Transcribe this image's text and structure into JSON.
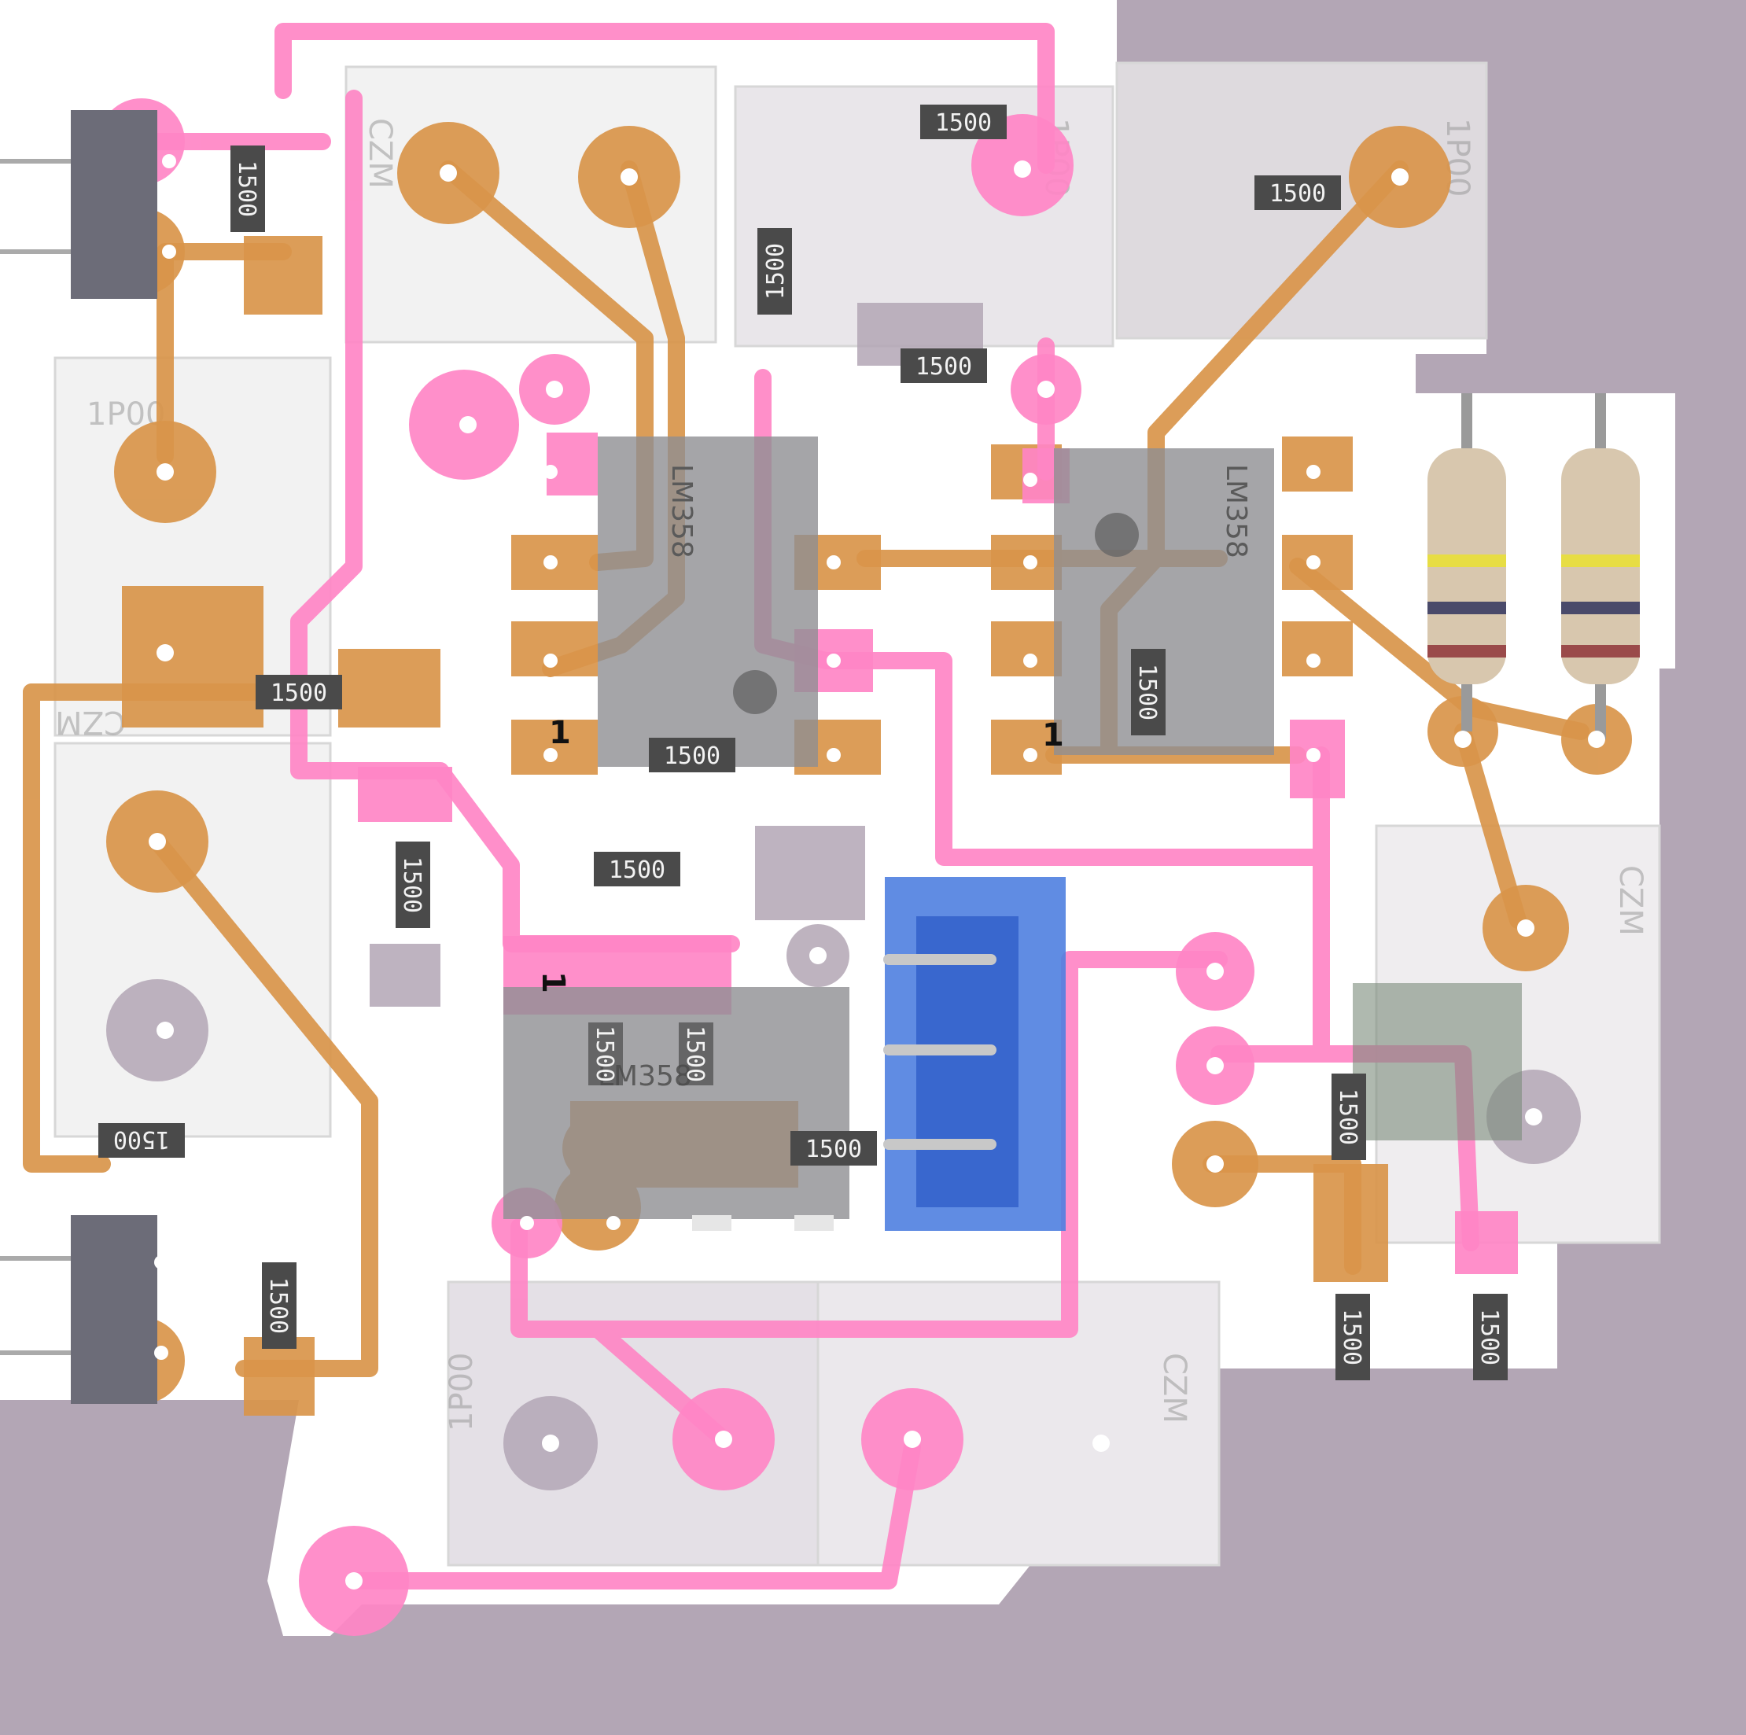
{
  "board": {
    "colors": {
      "background": "#b3a6b5",
      "substrate": "#ffffff",
      "trace_top": "#ff86c5",
      "trace_bottom": "#d9954a",
      "chip_body": "#8f8f92",
      "connector": "#4f7fe0",
      "smd_resistor": "#4a4a4a"
    },
    "smd_resistor_label": "1500",
    "pin1_marker": "1",
    "op_amp_part": "LM358",
    "module_marks": [
      "CZM",
      "1P00"
    ]
  }
}
